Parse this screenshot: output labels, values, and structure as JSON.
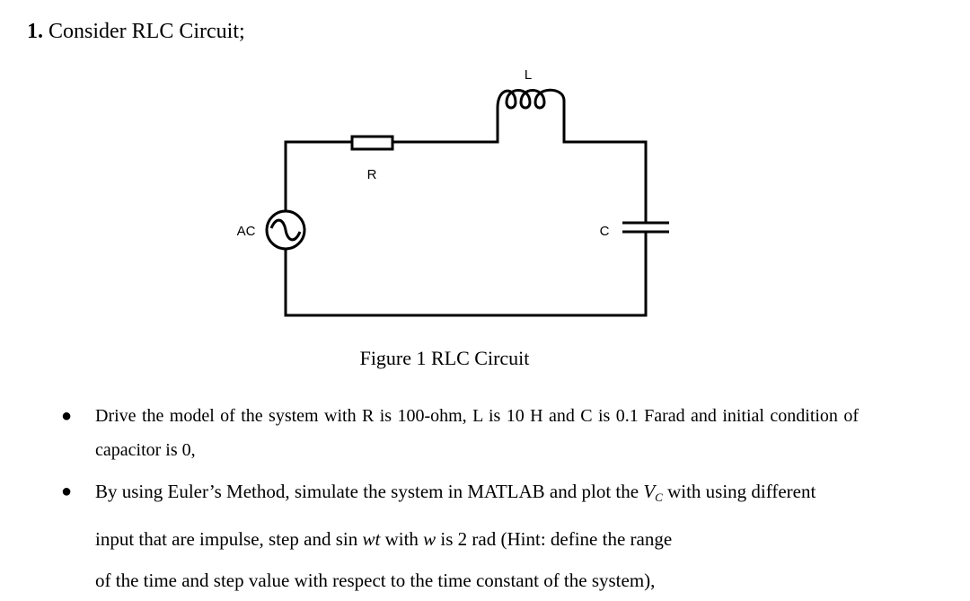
{
  "heading": {
    "number": "1.",
    "text": "Consider RLC Circuit;"
  },
  "circuit": {
    "labels": {
      "inductor": "L",
      "resistor": "R",
      "source": "AC",
      "capacitor": "C"
    }
  },
  "caption": "Figure 1 RLC Circuit",
  "bullets": {
    "item1": "Drive the model of the system with R is 100-ohm, L is 10 H and C is 0.1 Farad and initial condition of capacitor is 0,",
    "item2": {
      "before_var": "By using Euler’s Method, simulate the system in MATLAB and plot the ",
      "var_main": "V",
      "var_sub": "C",
      "after_var": " with using different input that are impulse, step and ",
      "sin_text": "sin",
      "wt_text": "wt",
      "with_text": " with ",
      "w_text": "w",
      "tail1": " is 2 rad (Hint: define the range",
      "tail2": "of the time and step value with respect to the time constant of the system),"
    }
  }
}
